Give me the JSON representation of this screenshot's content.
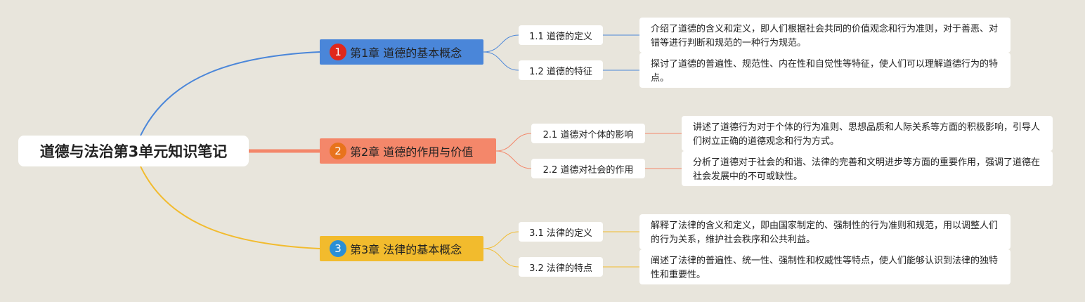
{
  "root": {
    "title": "道德与法治第3单元知识笔记"
  },
  "colors": {
    "branch1": "#4a86d9",
    "branch2": "#f4876a",
    "branch3": "#f2bb2d"
  },
  "chapters": [
    {
      "badge": "1",
      "badge_color": "#e0281c",
      "label": "第1章 道德的基本概念",
      "topics": [
        {
          "label": "1.1 道德的定义",
          "note": "介绍了道德的含义和定义，即人们根据社会共同的价值观念和行为准则，对于善恶、对错等进行判断和规范的一种行为规范。"
        },
        {
          "label": "1.2 道德的特征",
          "note": "探讨了道德的普遍性、规范性、内在性和自觉性等特征，使人们可以理解道德行为的特点。"
        }
      ]
    },
    {
      "badge": "2",
      "badge_color": "#e8731c",
      "label": "第2章 道德的作用与价值",
      "topics": [
        {
          "label": "2.1 道德对个体的影响",
          "note": "讲述了道德行为对于个体的行为准则、思想品质和人际关系等方面的积极影响，引导人们树立正确的道德观念和行为方式。"
        },
        {
          "label": "2.2 道德对社会的作用",
          "note": "分析了道德对于社会的和谐、法律的完善和文明进步等方面的重要作用，强调了道德在社会发展中的不可或缺性。"
        }
      ]
    },
    {
      "badge": "3",
      "badge_color": "#2a8fd6",
      "label": "第3章 法律的基本概念",
      "topics": [
        {
          "label": "3.1 法律的定义",
          "note": "解释了法律的含义和定义，即由国家制定的、强制性的行为准则和规范，用以调整人们的行为关系，维护社会秩序和公共利益。"
        },
        {
          "label": "3.2 法律的特点",
          "note": "阐述了法律的普遍性、统一性、强制性和权威性等特点，使人们能够认识到法律的独特性和重要性。"
        }
      ]
    }
  ]
}
